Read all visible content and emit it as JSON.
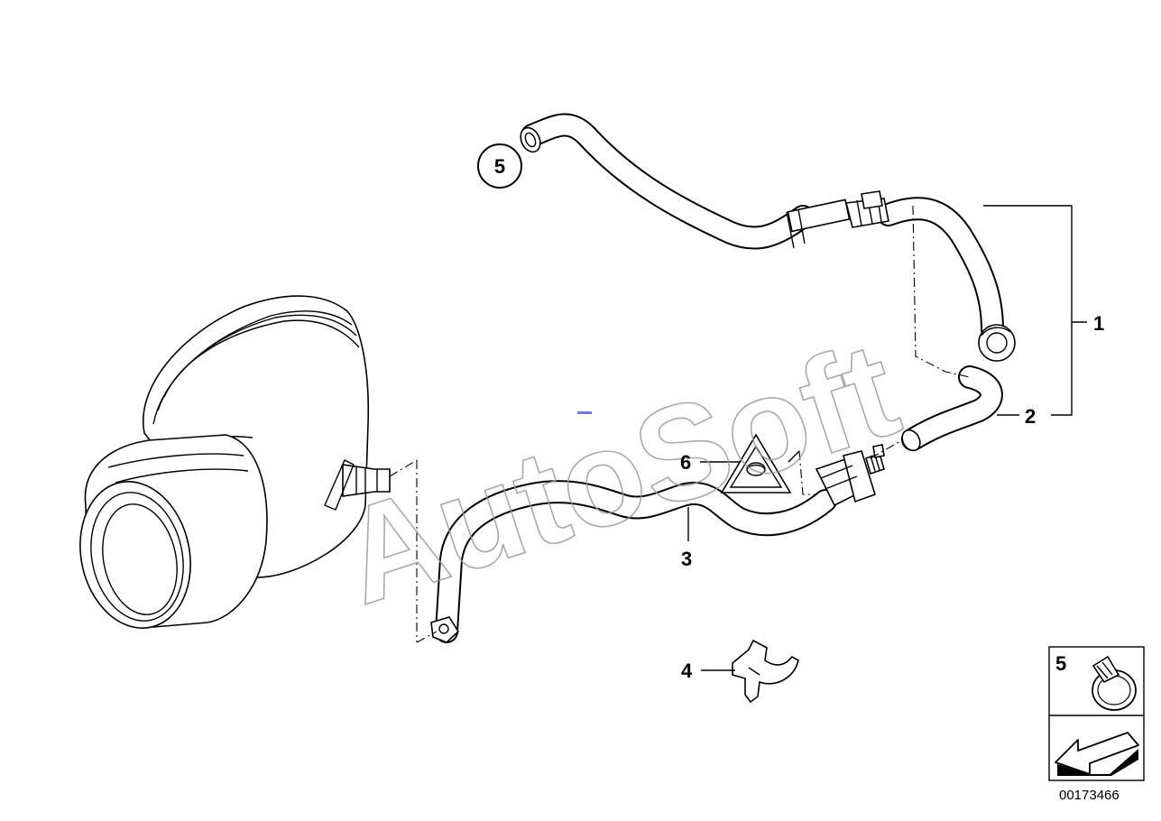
{
  "callouts": {
    "c1": "1",
    "c2": "2",
    "c3": "3",
    "c4": "4",
    "c5_circle": "5",
    "c6": "6",
    "c5_box": "5"
  },
  "watermark": "AutoSoft",
  "document_number": "00173466",
  "icons": {
    "warning": "warning-triangle-icon",
    "clamp": "hose-clamp-icon",
    "arrow": "arrow-left-icon"
  }
}
